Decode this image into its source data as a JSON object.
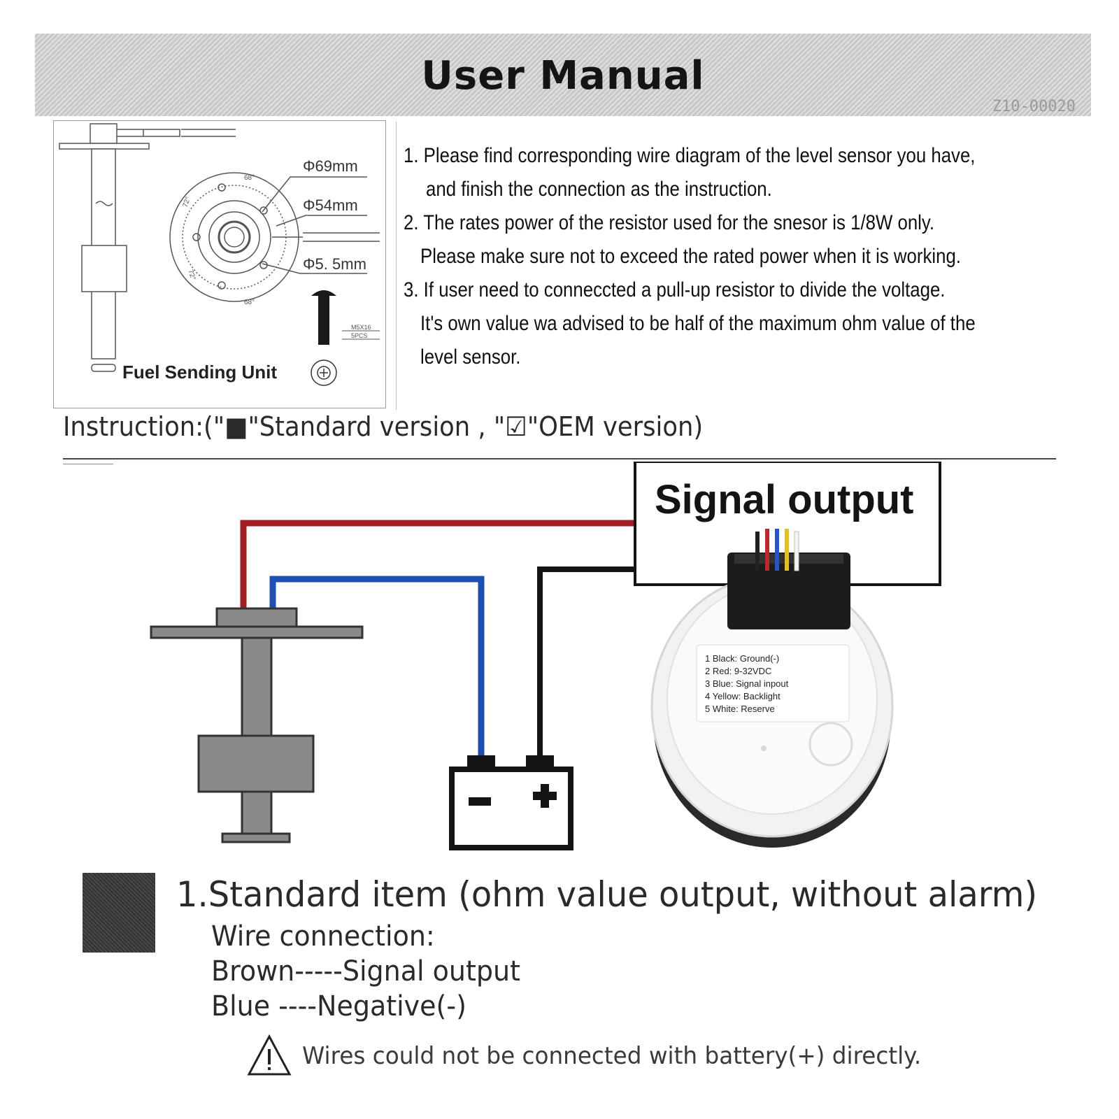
{
  "header": {
    "title": "User Manual",
    "doc_code": "Z10-00020"
  },
  "spec_panel": {
    "dimensions": [
      "Φ69mm",
      "Φ54mm",
      "Φ5. 5mm"
    ],
    "angles": [
      "68°",
      "72°",
      "72°",
      "68°"
    ],
    "screw_label": [
      "M5X16",
      "5PCS"
    ],
    "caption": "Fuel Sending Unit"
  },
  "notes": [
    "1. Please find corresponding wire diagram of the level sensor you have,",
    "and finish the connection as the instruction.",
    "2. The rates power of the resistor used for the snesor is 1/8W only.",
    "Please make sure not to exceed the rated power when it is working.",
    "3. If user need to conneccted a pull-up resistor to divide the voltage.",
    "It's own value wa advised to be half of the maximum ohm value of the",
    "level sensor."
  ],
  "instruction": "Instruction:(\"■\"Standard version , \"☑\"OEM version)",
  "diagram": {
    "signal_output_label": "Signal output",
    "gauge_label": [
      "1 Black: Ground(-)",
      "2 Red: 9-32VDC",
      "3 Blue: Signal inpout",
      "4 Yellow: Backlight",
      "5 White: Reserve"
    ],
    "battery_minus": "−",
    "battery_plus": "+",
    "colors": {
      "red_wire": "#a11e22",
      "blue_wire": "#1f4fb4",
      "black_wire": "#141414",
      "sensor_gray": "#8a8a8a"
    }
  },
  "standard_item": {
    "title": "1.Standard item (ohm value output, without alarm)",
    "wire_lines": [
      "Wire connection:",
      "Brown-----Signal output",
      "Blue ----Negative(-)"
    ],
    "warning": "Wires could not be connected with battery(+) directly."
  }
}
